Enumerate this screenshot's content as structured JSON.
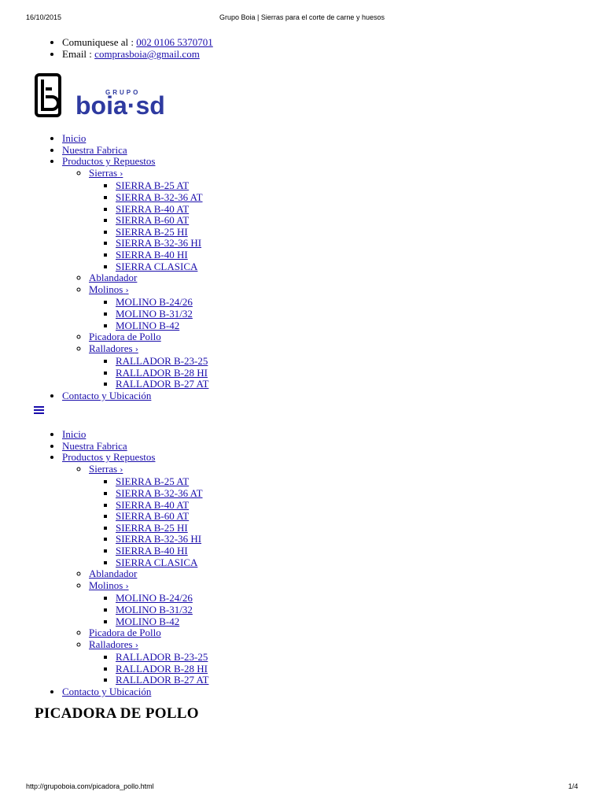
{
  "print_header": {
    "date": "16/10/2015",
    "title": "Grupo Boia | Sierras para el corte de carne y huesos"
  },
  "contact": {
    "phone_label": "Comuniquese al : ",
    "phone": "002 0106 5370701",
    "email_label": "Email : ",
    "email": "comprasboia@gmail.com"
  },
  "logo": {
    "top_text": "GRUPO",
    "main_text": "boia·sd",
    "color": "#2e3aa0"
  },
  "nav": {
    "inicio": "Inicio",
    "fabrica": "Nuestra Fabrica",
    "productos": "Productos y Repuestos",
    "sierras": "Sierras",
    "sierras_items": [
      "SIERRA B-25 AT",
      "SIERRA B-32-36 AT",
      "SIERRA B-40 AT",
      "SIERRA B-60 AT",
      "SIERRA B-25 HI",
      "SIERRA B-32-36 HI",
      "SIERRA B-40 HI",
      "SIERRA CLASICA"
    ],
    "ablandador": "Ablandador",
    "molinos": "Molinos",
    "molinos_items": [
      "MOLINO B-24/26",
      "MOLINO B-31/32",
      "MOLINO B-42"
    ],
    "picadora": "Picadora de Pollo",
    "ralladores": "Ralladores",
    "ralladores_items": [
      "RALLADOR B-23-25",
      "RALLADOR B-28 HI",
      "RALLADOR B-27 AT"
    ],
    "contacto": "Contacto y Ubicación",
    "chevron": "›"
  },
  "page_title": "PICADORA DE POLLO",
  "print_footer": {
    "url": "http://grupoboia.com/picadora_pollo.html",
    "page": "1/4"
  },
  "colors": {
    "link": "#1a0dab",
    "text": "#000000"
  }
}
